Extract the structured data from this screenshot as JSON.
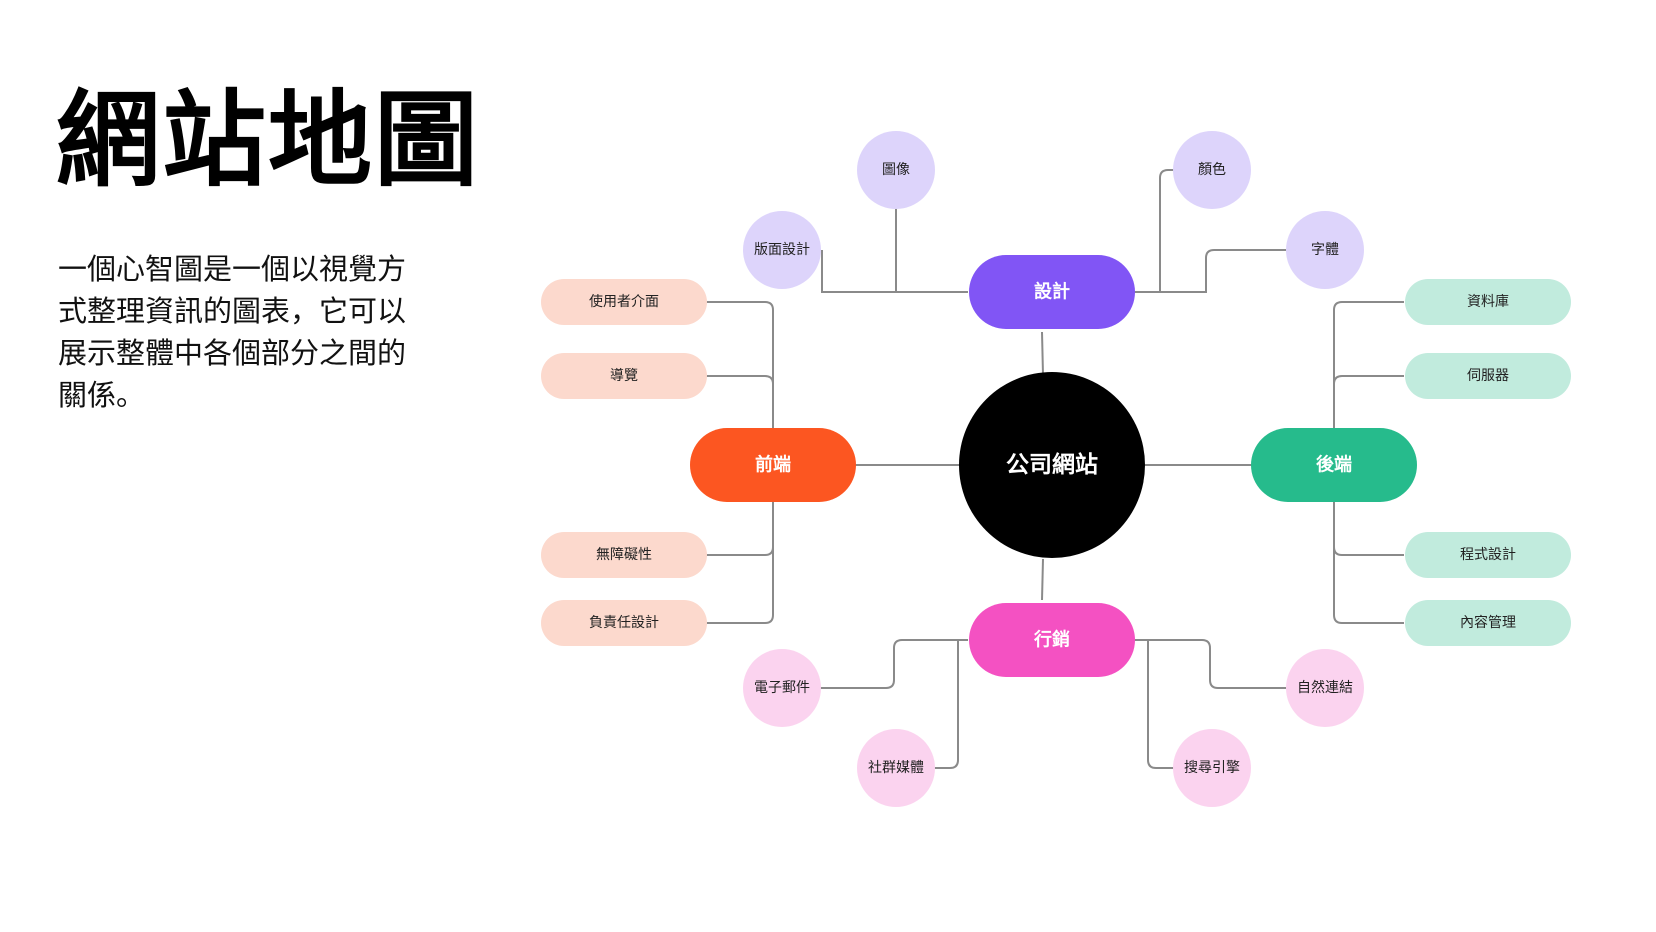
{
  "title": "網站地圖",
  "description": "一個心智圖是一個以視覺方式整理資訊的圖表，它可以展示整體中各個部分之間的關係。",
  "colors": {
    "center": "#000000",
    "design": "#8155f5",
    "design_leaf": "#ddd4fb",
    "frontend": "#fc5621",
    "frontend_leaf": "#fcd9cd",
    "backend": "#26bb8c",
    "backend_leaf": "#c1ebdd",
    "marketing": "#f451c2",
    "marketing_leaf": "#fbd3ef",
    "line": "#8a8a8a"
  },
  "mindmap": {
    "center": "公司網站",
    "branches": {
      "design": {
        "label": "設計",
        "children": [
          "圖像",
          "版面設計",
          "顏色",
          "字體"
        ]
      },
      "frontend": {
        "label": "前端",
        "children": [
          "使用者介面",
          "導覽",
          "無障礙性",
          "負責任設計"
        ]
      },
      "backend": {
        "label": "後端",
        "children": [
          "資料庫",
          "伺服器",
          "程式設計",
          "內容管理"
        ]
      },
      "marketing": {
        "label": "行銷",
        "children": [
          "電子郵件",
          "社群媒體",
          "自然連結",
          "搜尋引擎"
        ]
      }
    }
  }
}
